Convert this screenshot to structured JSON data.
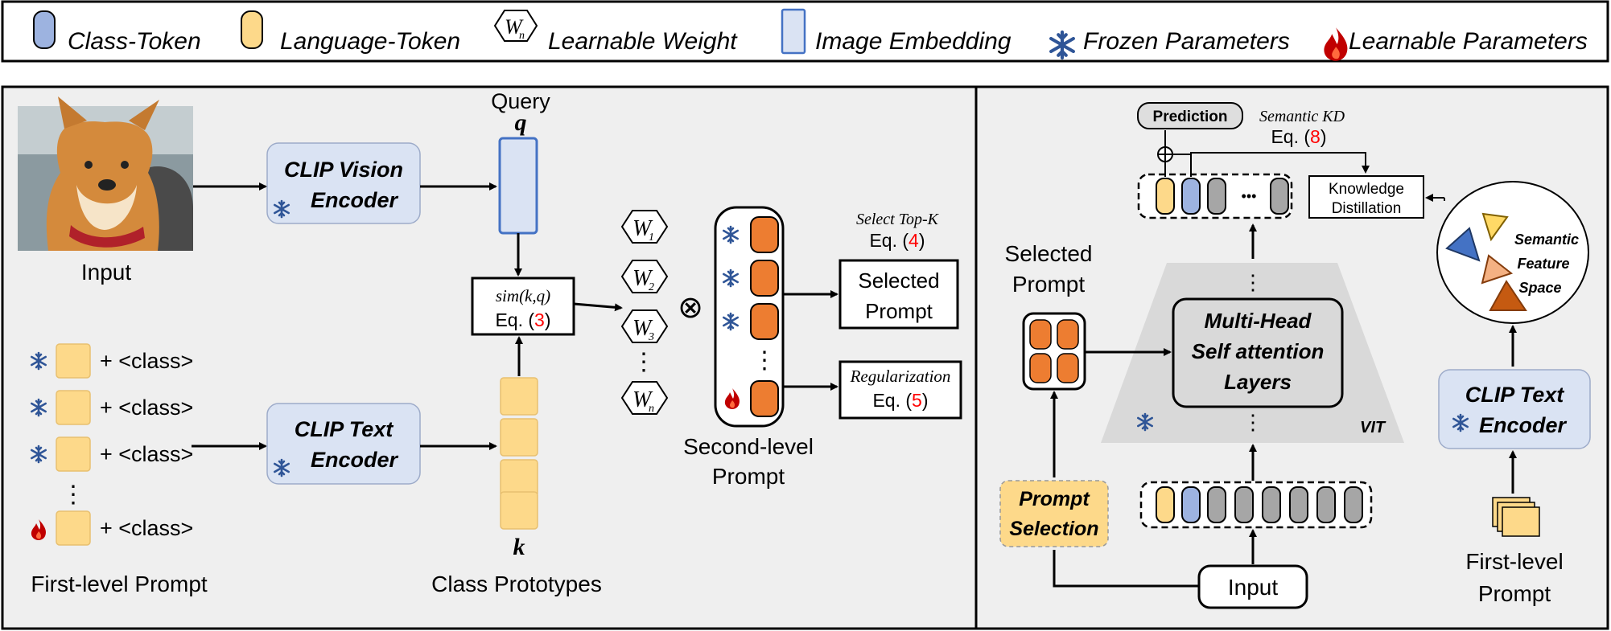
{
  "legend": {
    "class_token": "Class-Token",
    "language_token": "Language-Token",
    "weight_symbol": "W",
    "weight_sub": "n",
    "learnable_weight": "Learnable Weight",
    "image_embedding": "Image Embedding",
    "frozen": "Frozen Parameters",
    "learnable": "Learnable Parameters"
  },
  "left": {
    "input_label": "Input",
    "query_label": "Query",
    "q_symbol": "q",
    "vision_encoder": [
      "CLIP Vision",
      "Encoder"
    ],
    "text_encoder": [
      "CLIP Text",
      "Encoder"
    ],
    "sim_func": "sim",
    "sim_args": "(k,q)",
    "eq_prefix": "Eq. (",
    "eq_suffix": ")",
    "sim_eq_num": "3",
    "plus_class": "+ <class>",
    "vdots": "⋮",
    "first_level_prompt": "First-level Prompt",
    "k_symbol": "k",
    "class_prototypes": "Class Prototypes",
    "weights": [
      {
        "sym": "W",
        "sub": "1"
      },
      {
        "sym": "W",
        "sub": "2"
      },
      {
        "sym": "W",
        "sub": "3"
      },
      {
        "sym": "W",
        "sub": "n"
      }
    ],
    "otimes": "⊗",
    "select_topk": "Select  Top-K",
    "select_eq_num": "4",
    "selected_prompt": [
      "Selected",
      "Prompt"
    ],
    "regularization": "Regularization",
    "reg_eq_num": "5",
    "second_level_prompt": [
      "Second-level",
      "Prompt"
    ]
  },
  "right": {
    "prediction": "Prediction",
    "semantic_kd": "Semantic KD",
    "kd_eq_num": "8",
    "ellipsis": "•••",
    "knowledge_distillation": [
      "Knowledge",
      "Distillation"
    ],
    "selected_prompt": [
      "Selected",
      "Prompt"
    ],
    "mhsa": [
      "Multi-Head",
      "Self attention",
      "Layers"
    ],
    "vit": "VIT",
    "prompt_selection": [
      "Prompt",
      "Selection"
    ],
    "input": "Input",
    "semantic_space": [
      "Semantic",
      "Feature",
      "Space"
    ],
    "clip_text_encoder": [
      "CLIP Text",
      "Encoder"
    ],
    "first_level_prompt": [
      "First-level",
      "Prompt"
    ]
  },
  "colors": {
    "class_token": "#9db3e0",
    "language_token": "#fdd98a",
    "orange_token": "#ed7d31",
    "gray_token": "#a6a6a6",
    "encoder_fill": "#dae3f3",
    "panel_bg": "#efefef",
    "frozen_blue": "#2f5597",
    "flame_red": "#c00000",
    "eq_red": "#ff0000"
  }
}
